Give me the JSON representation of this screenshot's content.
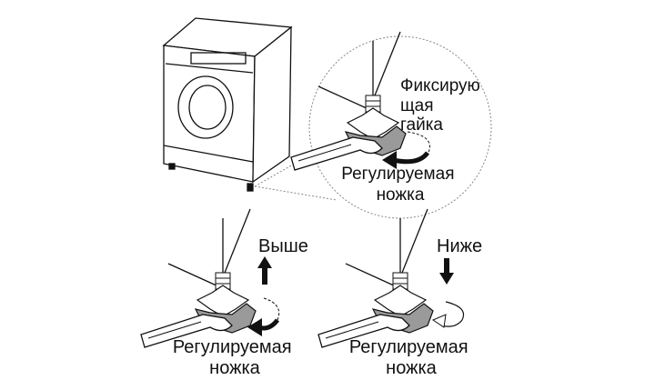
{
  "top": {
    "lock_nut_label": [
      "Фиксирую",
      "щая",
      "гайка"
    ],
    "adjustable_foot_label": [
      "Регулируемая",
      "ножка"
    ]
  },
  "raise": {
    "direction_label": "Выше",
    "adjustable_foot_label": [
      "Регулируемая",
      "ножка"
    ]
  },
  "lower": {
    "direction_label": "Ниже",
    "adjustable_foot_label": [
      "Регулируемая",
      "ножка"
    ]
  },
  "colors": {
    "line": "#111111",
    "nut_fill": "#9a9a9a",
    "arrow": "#111111"
  }
}
